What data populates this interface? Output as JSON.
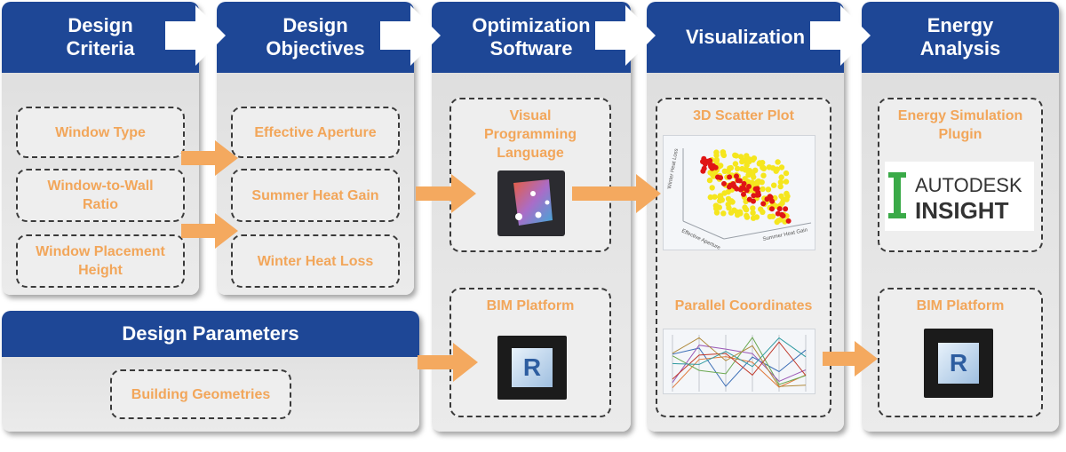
{
  "columns": [
    {
      "title": "Design\nCriteria",
      "items": [
        "Window Type",
        "Window-to-Wall\nRatio",
        "Window Placement\nHeight"
      ]
    },
    {
      "title": "Design\nObjectives",
      "items": [
        "Effective Aperture",
        "Summer Heat Gain",
        "Winter Heat Loss"
      ]
    },
    {
      "title": "Optimization\nSoftware",
      "items": [
        "Visual\nProgramming\nLanguage",
        "BIM Platform"
      ]
    },
    {
      "title": "Visualization",
      "items": [
        "3D Scatter Plot",
        "Parallel Coordinates"
      ]
    },
    {
      "title": "Energy\nAnalysis",
      "items": [
        "Energy Simulation\nPlugin",
        "BIM Platform"
      ]
    }
  ],
  "parameters": {
    "title": "Design Parameters",
    "item": "Building Geometries"
  },
  "icons": {
    "revit_letter": "R",
    "autodesk_line1": "AUTODESK",
    "autodesk_line2": "INSIGHT",
    "autodesk_mark": "I",
    "scatter_axes": {
      "x": "Effective Aperture",
      "y": "Winter Heat Loss",
      "z": "Summer Heat Gain"
    }
  },
  "colors": {
    "header": "#1e4796",
    "label": "#f2a65a",
    "arrow": "#f4a95f",
    "panel": "#e4e4e4"
  }
}
